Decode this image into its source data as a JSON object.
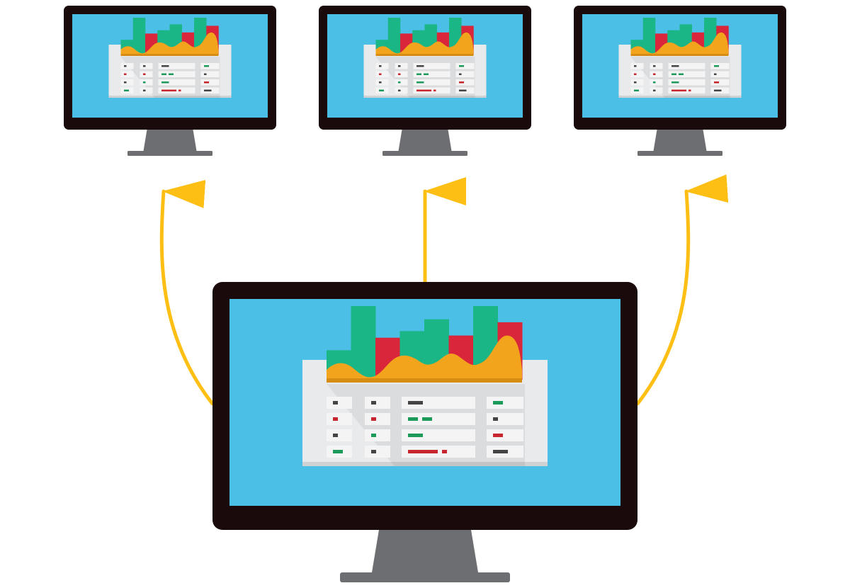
{
  "diagram": {
    "kind": "one-to-many distribution",
    "source_count": 1,
    "target_count": 3,
    "edge_style": "arrow"
  },
  "colors": {
    "background": "#ffffff",
    "bezel": "#1a0a0b",
    "screen": "#4bbfe6",
    "stand": "#6d6e71",
    "arrow": "#fdbf14",
    "bar_green": "#1ab685",
    "bar_red": "#d9263a",
    "area_orange": "#f3a41d",
    "table_panel": "#e9eaeb",
    "table_row": "#f4f4f4",
    "mark_dark": "#444444",
    "mark_green": "#1c9a5a",
    "mark_red": "#c8262f"
  },
  "icons": {
    "monitor": "monitor-icon",
    "dashboard": "dashboard-icon",
    "arrow": "arrow-up-icon"
  },
  "dashboard": {
    "bars": [
      {
        "color": "green",
        "value": 0.4
      },
      {
        "color": "green",
        "value": 1.0
      },
      {
        "color": "red",
        "value": 0.57
      },
      {
        "color": "green",
        "value": 0.66
      },
      {
        "color": "green",
        "value": 0.82
      },
      {
        "color": "red",
        "value": 0.6
      },
      {
        "color": "green",
        "value": 1.0
      },
      {
        "color": "red",
        "value": 0.78
      }
    ],
    "table_rows": [
      [
        [
          "dark",
          1
        ],
        [
          "dark",
          1
        ],
        [
          "dark",
          3
        ],
        [
          "green",
          2
        ]
      ],
      [
        [
          "red",
          1
        ],
        [
          "red",
          1
        ],
        [
          "green",
          2,
          2
        ],
        [
          "dark",
          1
        ]
      ],
      [
        [
          "dark",
          1
        ],
        [
          "green",
          1
        ],
        [
          "green",
          3
        ],
        [
          "red",
          2
        ]
      ],
      [
        [
          "green",
          2
        ],
        [
          "dark",
          1
        ],
        [
          "red",
          6,
          1
        ],
        [
          "dark",
          3
        ]
      ]
    ]
  }
}
